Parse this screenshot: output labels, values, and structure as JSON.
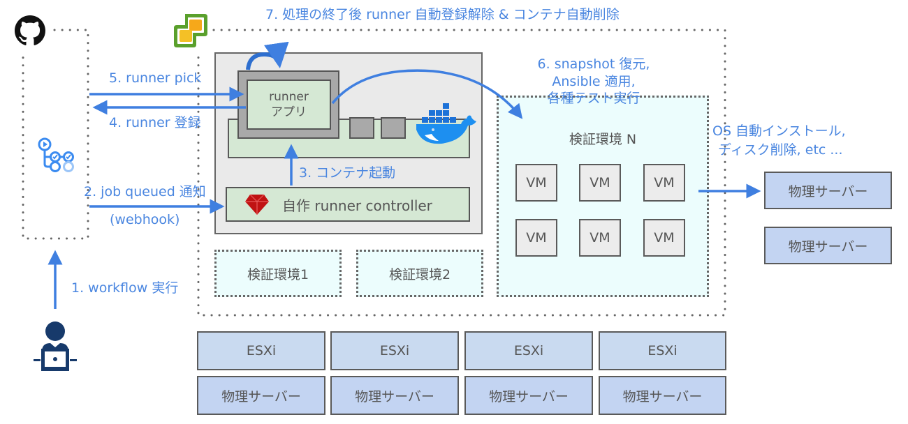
{
  "diagram": {
    "steps": {
      "step1": "1. workflow 実行",
      "step2": "2. job queued 通知",
      "step2_sub": "(webhook)",
      "step3": "3. コンテナ起動",
      "step4": "4. runner 登録",
      "step5": "5. runner pick",
      "step6_line1": "6. snapshot 復元,",
      "step6_line2": "Ansible 適用,",
      "step6_line3": "各種テスト実行",
      "step7": "7. 処理の終了後 runner 自動登録解除 & コンテナ自動削除",
      "os_line1": "OS 自動インストール,",
      "os_line2": "ディスク削除, etc ..."
    },
    "runner_app": {
      "line1": "runner",
      "line2": "アプリ"
    },
    "controller": {
      "label": "自作 runner controller"
    },
    "environments": {
      "env1": "検証環境1",
      "env2": "検証環境2",
      "envN": "検証環境 N"
    },
    "vms": [
      "VM",
      "VM",
      "VM",
      "VM",
      "VM",
      "VM"
    ],
    "external_servers": [
      "物理サーバー",
      "物理サーバー"
    ],
    "esxi_hosts": [
      "ESXi",
      "ESXi",
      "ESXi",
      "ESXi"
    ],
    "physical_servers": [
      "物理サーバー",
      "物理サーバー",
      "物理サーバー",
      "物理サーバー"
    ],
    "icons": {
      "github": "github-icon",
      "actions": "github-actions-icon",
      "vsphere": "vsphere-icon",
      "docker": "docker-icon",
      "ruby": "ruby-icon",
      "user": "user-laptop-icon"
    },
    "colors": {
      "arrow": "#3f7fe0",
      "label": "#4a86e0",
      "container_green": "#d5e8d4",
      "host_gray": "#eaeaea",
      "env_cyan": "#ecfdfd",
      "esxi_blue": "#c9daf0",
      "server_blue": "#c3d4f2"
    }
  }
}
